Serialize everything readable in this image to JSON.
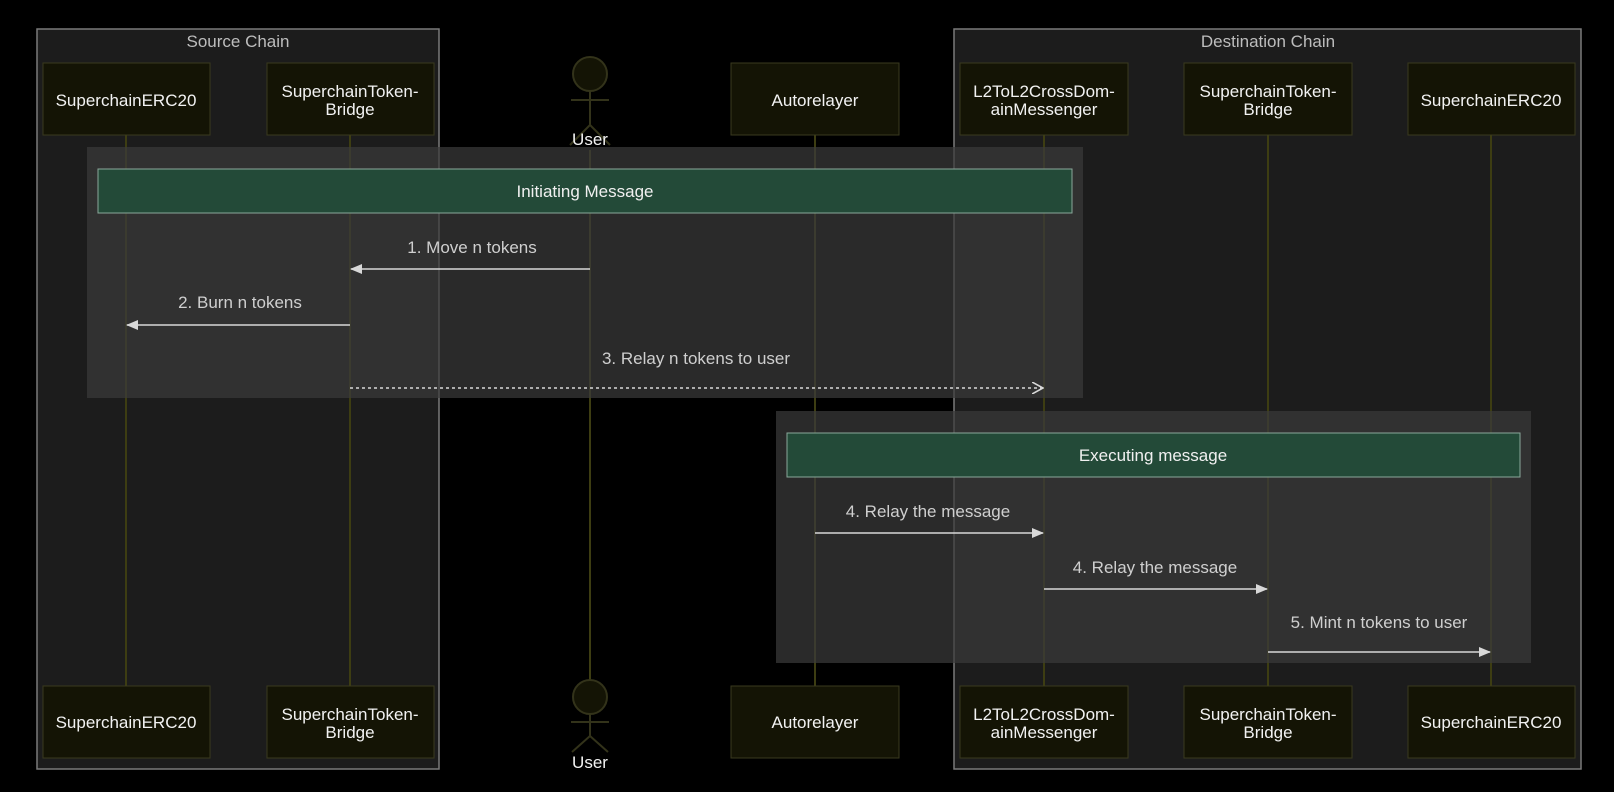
{
  "groups": {
    "source": "Source Chain",
    "destination": "Destination Chain"
  },
  "participants": {
    "src_erc20": [
      "SuperchainERC20"
    ],
    "src_bridge": [
      "SuperchainToken-",
      "Bridge"
    ],
    "user": [
      "User"
    ],
    "autorelayer": [
      "Autorelayer"
    ],
    "messenger": [
      "L2ToL2CrossDom-",
      "ainMessenger"
    ],
    "dst_bridge": [
      "SuperchainToken-",
      "Bridge"
    ],
    "dst_erc20": [
      "SuperchainERC20"
    ]
  },
  "notes": {
    "initiating": "Initiating Message",
    "executing": "Executing message"
  },
  "messages": [
    "1. Move n tokens",
    "2. Burn n tokens",
    "3. Relay n tokens to user",
    "4. Relay the message",
    "4. Relay the message",
    "5. Mint n tokens to user"
  ],
  "colors": {
    "background": "#000000",
    "note_fill": "#234a38",
    "actor_fill": "#141405",
    "lifeline": "#3d3d12",
    "arrow": "#d8d8d8"
  }
}
